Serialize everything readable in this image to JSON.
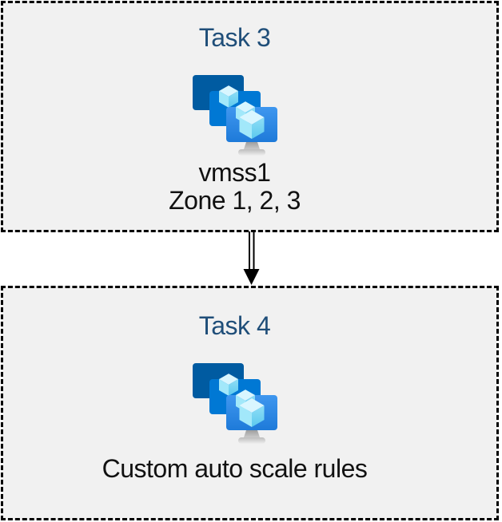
{
  "diagram": {
    "type": "task-flow",
    "background": "#ffffff"
  },
  "colors": {
    "box_fill": "#f1f1f1",
    "box_border": "#000000",
    "title_text": "#1f4e79",
    "body_text": "#111111",
    "arrow": "#000000",
    "monitor_back": "#005ba1",
    "monitor_middle": "#0078d4",
    "monitor_front_top": "#3f97ef",
    "monitor_front_bottom": "#1e7ad9",
    "cube_top_face": "#d9f6ff",
    "cube_left_face": "#a2e8fa",
    "cube_right_face": "#74d4f2",
    "stand_gray": "#c6c6c6"
  },
  "boxes": [
    {
      "id": "task3",
      "title": "Task 3",
      "icon": "vmss-icon",
      "lines": [
        "vmss1",
        "Zone 1, 2, 3"
      ]
    },
    {
      "id": "task4",
      "title": "Task 4",
      "icon": "vmss-icon",
      "lines": [
        "Custom auto scale rules"
      ]
    }
  ],
  "connector": {
    "style": "double-line",
    "direction": "down",
    "from": "task3",
    "to": "task4"
  }
}
